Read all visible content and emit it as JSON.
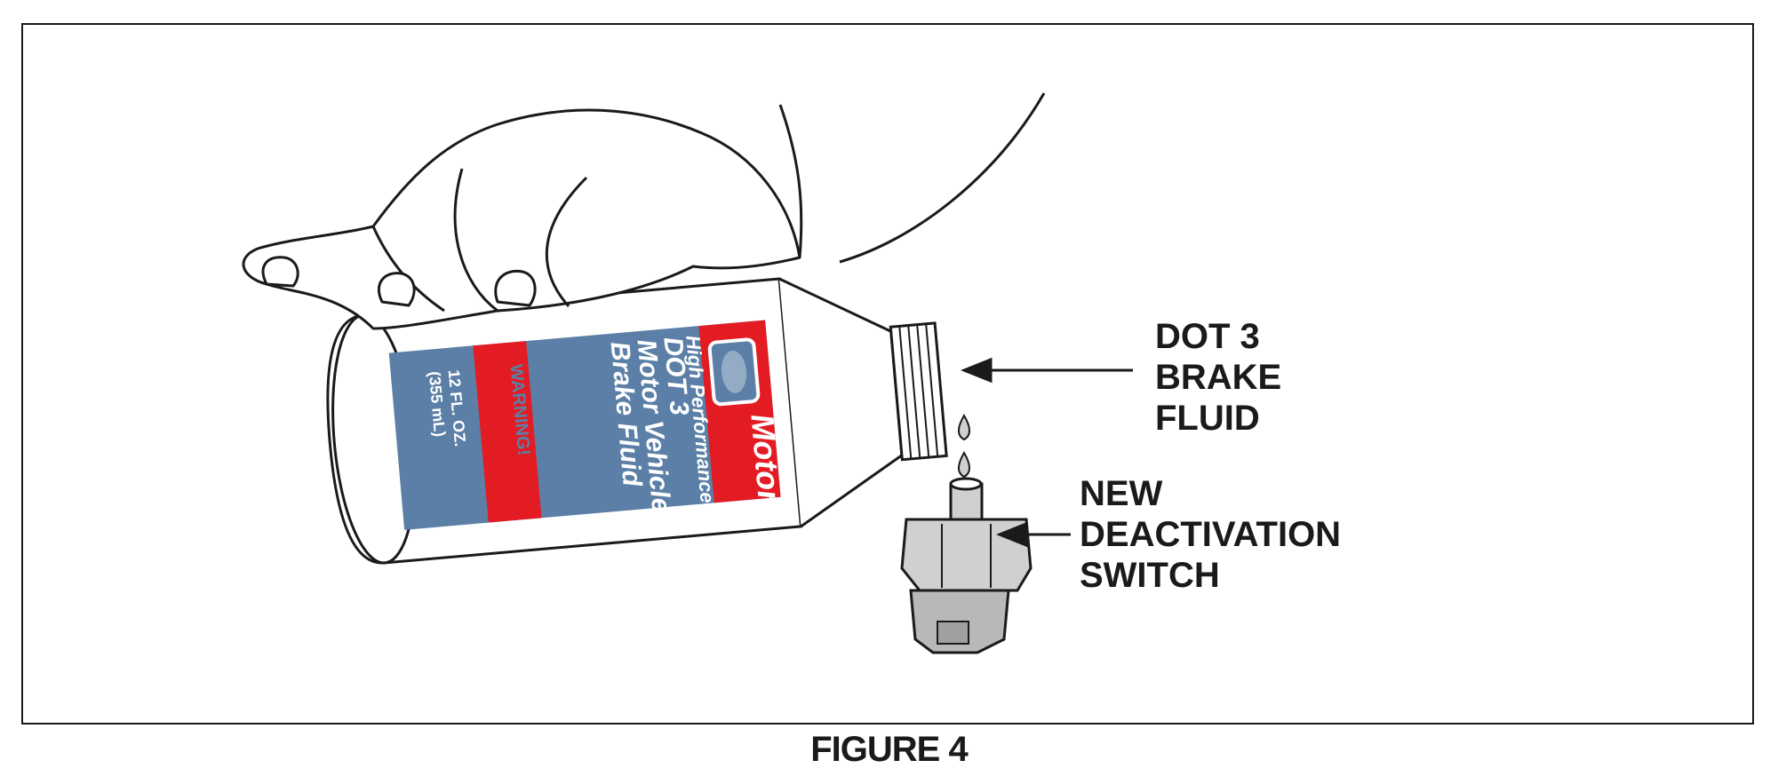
{
  "callouts": {
    "brake_fluid": [
      "DOT 3",
      "BRAKE",
      "FLUID"
    ],
    "switch": [
      "NEW",
      "DEACTIVATION",
      "SWITCH"
    ]
  },
  "bottle_label": {
    "brand": "Motor",
    "line1": "High Performance",
    "line2": "DOT 3",
    "line3": "Motor Vehicle",
    "line4": "Brake Fluid",
    "warning": "WARNING!",
    "size1": "12 FL. OZ.",
    "size2": "(355 mL)"
  },
  "caption": "FIGURE 4",
  "colors": {
    "label_blue": "#5b7fa6",
    "label_red": "#e31b23",
    "line": "#1a1a1a",
    "switch_gray": "#d0d0d0"
  },
  "icons": [
    "hand",
    "brake-fluid-bottle",
    "deactivation-switch",
    "fluid-drops",
    "arrow-left"
  ]
}
